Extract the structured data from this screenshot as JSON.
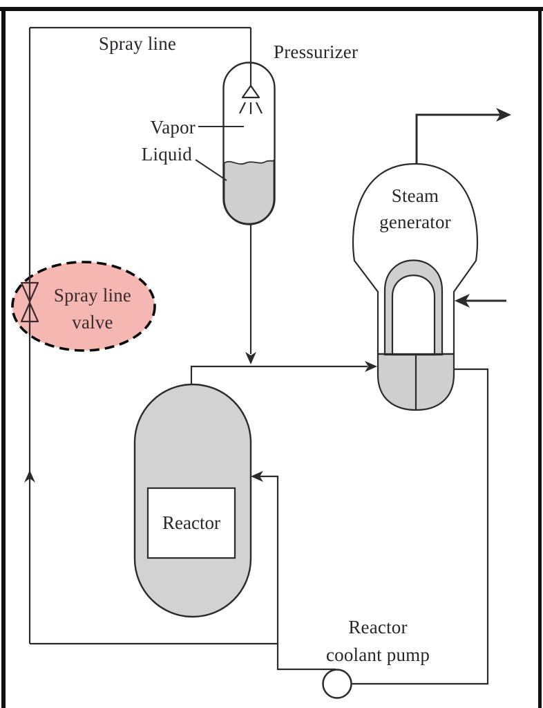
{
  "diagram": {
    "subject": "Pressurized water reactor spray line schematic",
    "labels": {
      "spray_line": "Spray line",
      "pressurizer": "Pressurizer",
      "vapor": "Vapor",
      "liquid": "Liquid",
      "steam_generator": "Steam\ngenerator",
      "spray_line_valve": "Spray line\nvalve",
      "reactor": "Reactor",
      "reactor_coolant_pump": "Reactor\ncoolant pump"
    },
    "colors": {
      "ink": "#2b2b2b",
      "text": "#26262e",
      "vessel_gray": "#cfcfcf",
      "highlight_pink": "#f4b7b2",
      "highlight_dash": "#0a0a0a",
      "frame_black": "#101010",
      "background": "#ffffff"
    },
    "icons": {
      "spray_valve": "bowtie-valve-icon",
      "spray_nozzle": "spray-nozzle-icon",
      "pump": "pump-circle-icon",
      "flow_arrow": "solid-arrowhead-icon"
    }
  }
}
